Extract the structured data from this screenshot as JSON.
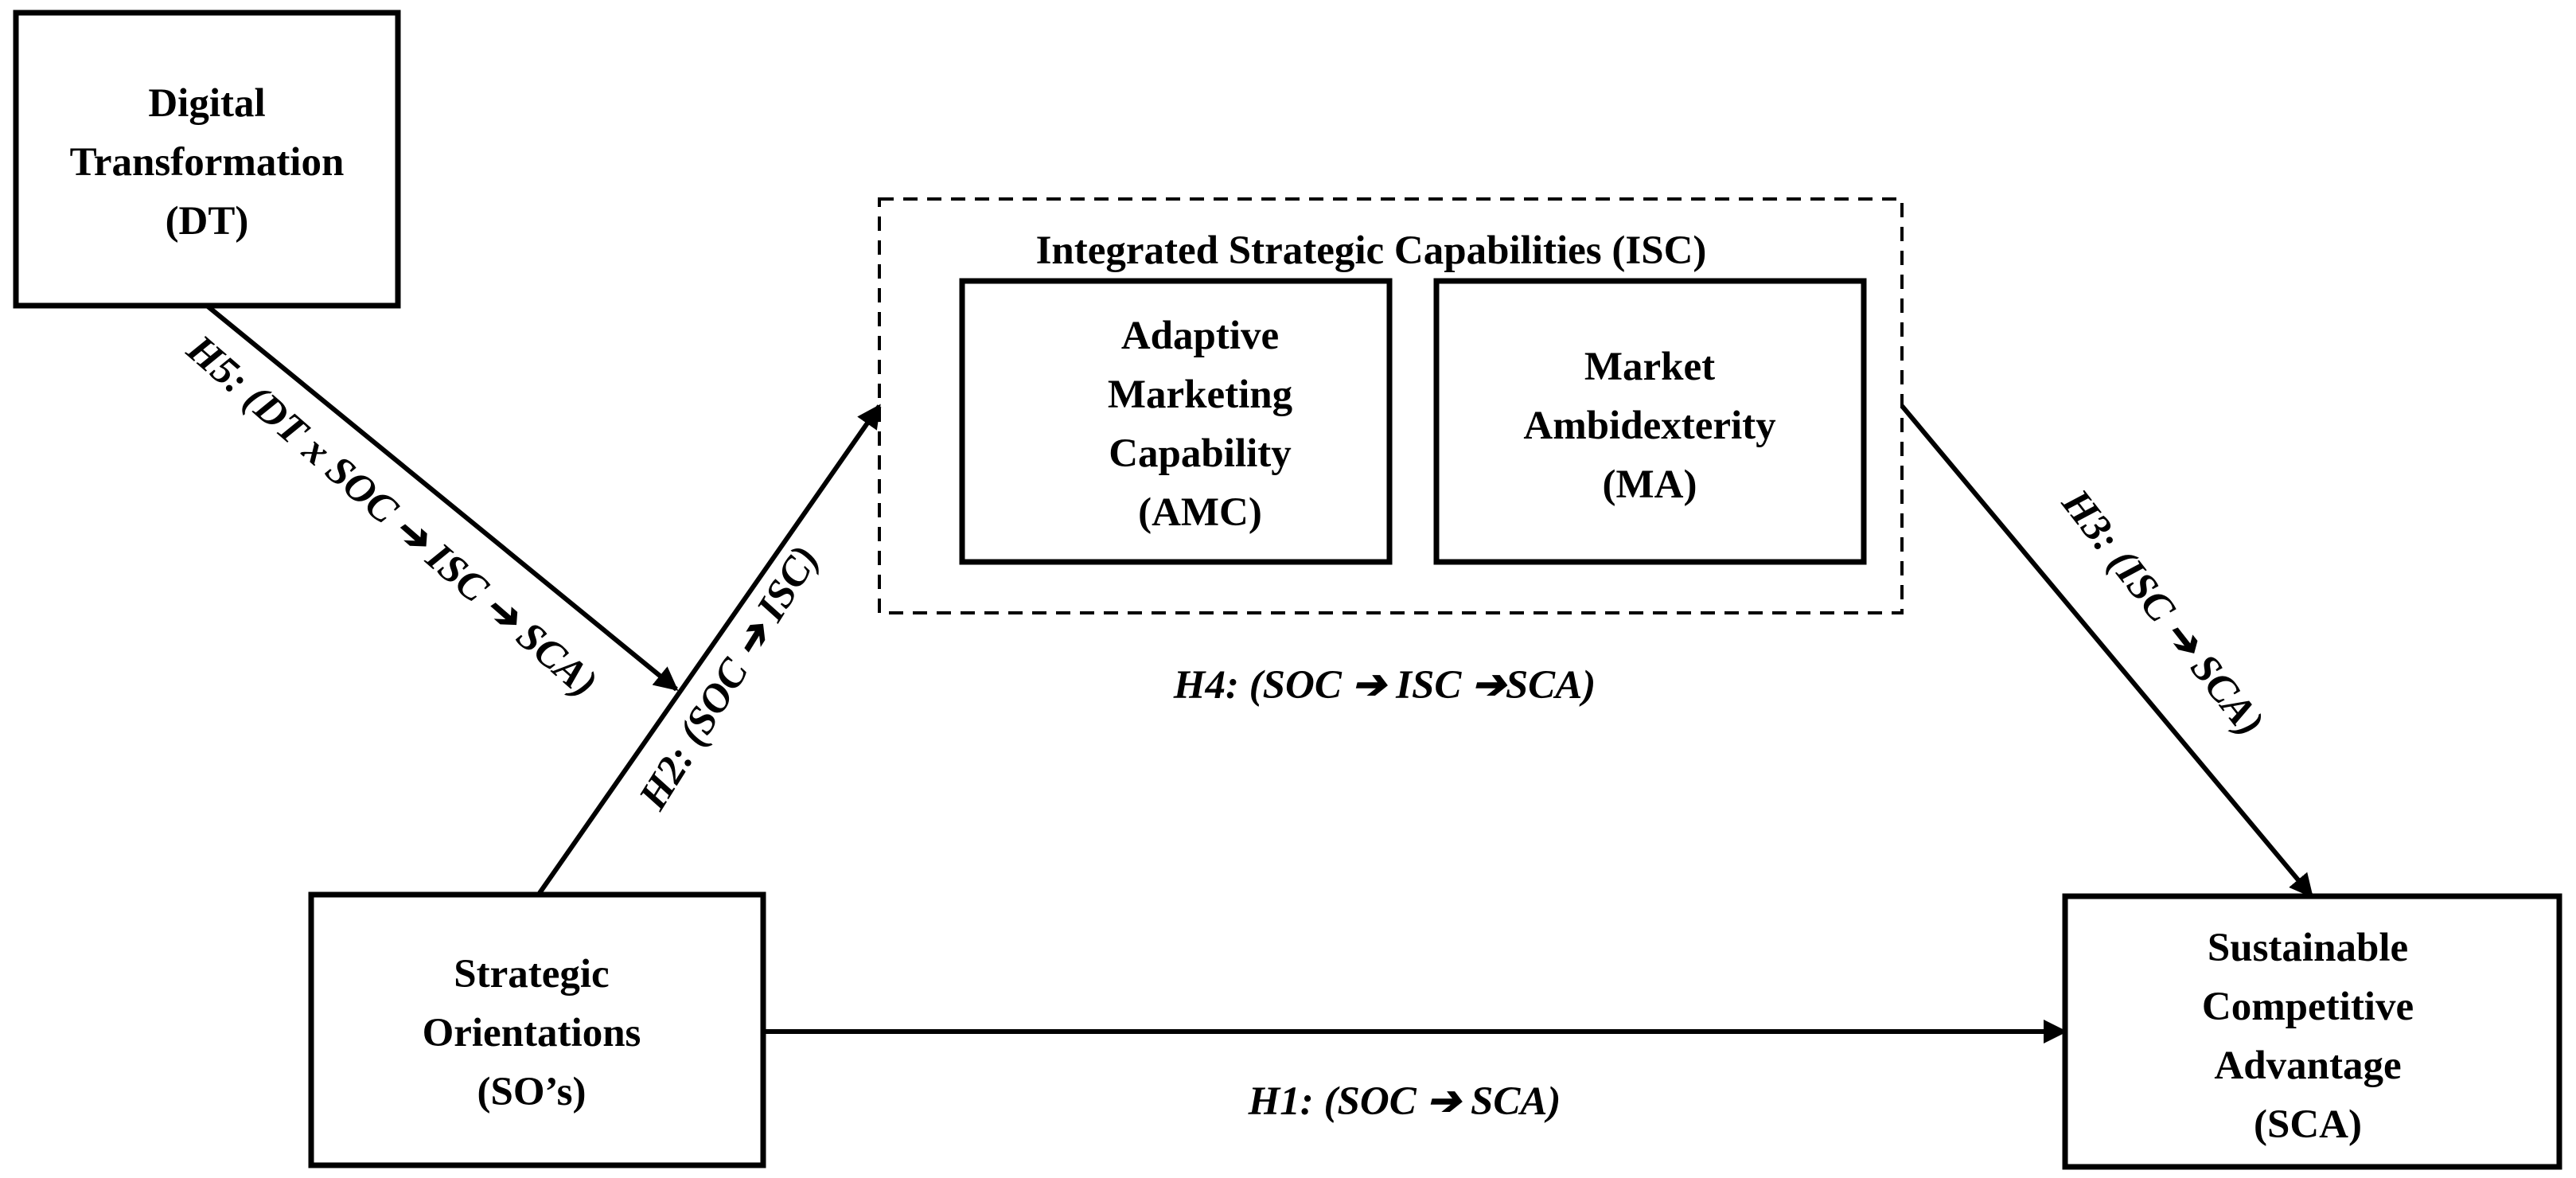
{
  "diagram": {
    "nodes": {
      "dt": {
        "lines": [
          "Digital",
          "Transformation",
          "(DT)"
        ]
      },
      "so": {
        "lines": [
          "Strategic",
          "Orientations",
          "(SO’s)"
        ]
      },
      "sca": {
        "lines": [
          "Sustainable",
          "Competitive",
          "Advantage",
          "(SCA)"
        ]
      },
      "amc": {
        "lines": [
          "Adaptive",
          "Marketing",
          "Capability",
          "(AMC)"
        ]
      },
      "ma": {
        "lines": [
          "Market",
          "Ambidexterity",
          "(MA)"
        ]
      }
    },
    "group": {
      "label": "Integrated Strategic Capabilities (ISC)"
    },
    "hypotheses": {
      "h1": "H1: (SOC ➔ SCA)",
      "h2": "H2: (SOC ➔ ISC)",
      "h3": "H3: (ISC ➔ SCA)",
      "h4": "H4: (SOC ➔ ISC ➔SCA)",
      "h5": "H5: (DT x SOC ➔ ISC ➔ SCA)"
    },
    "colors": {
      "stroke": "#000000",
      "background": "#ffffff"
    }
  }
}
